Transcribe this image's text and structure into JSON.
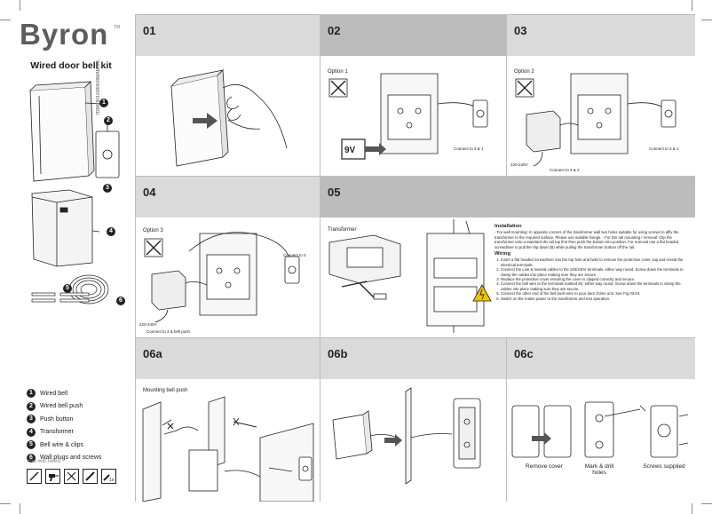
{
  "brand": {
    "name": "Byron",
    "trademark": "TM"
  },
  "sidebar": {
    "title": "Wired door bell kit",
    "code": "7DBK 9010080609MANUAL",
    "legend": [
      {
        "num": "1",
        "label": "Wired bell"
      },
      {
        "num": "2",
        "label": "Wired bell push"
      },
      {
        "num": "3",
        "label": "Push button"
      },
      {
        "num": "4",
        "label": "Transformer"
      },
      {
        "num": "5",
        "label": "Bell wire & clips"
      },
      {
        "num": "6",
        "label": "Wall plugs and screws"
      }
    ],
    "you_will_need": "You will need",
    "tool_badge": "1x"
  },
  "callouts": [
    "1",
    "2",
    "3",
    "4",
    "5",
    "6"
  ],
  "steps": {
    "s01": {
      "num": "01"
    },
    "s02": {
      "num": "02",
      "option": "Option 1",
      "battery": "9V",
      "connect": "Connect to 3 & 1"
    },
    "s03": {
      "num": "03",
      "option": "Option 2",
      "voltage": "220-240V",
      "connect_a": "Connect to 3 & 1",
      "connect_b": "Connect to 3 & 2"
    },
    "s04": {
      "num": "04",
      "option": "Option 3",
      "voltage": "220-240V",
      "connect_a": "Connect to 0",
      "connect_b": "Connect to 3 & bell push"
    },
    "s05": {
      "num": "05",
      "transformer_label": "Transformer",
      "installation_title": "Installation",
      "installation_text": "- For wall mounting: In opposite corners of the transformer wall two holes suitable for using screws to affix the transformer to the required surface. Please use suitable fixings. - For Din rail mounting / removal: Clip the transformer onto a standard din rail top first then push the bottom into position. For removal use a flat headed screwdriver to pull the clip down (B) while pulling the transformer bottom off the rail.",
      "wiring_title": "Wiring",
      "wiring_steps": [
        "Insert a flat headed screwdriver into the top hole and twist to remove the protective cover cap and reveal the electrical terminals.",
        "Connect the Live & Neutral cables to the 220/240V terminals, either way round. Screw down the terminals to clamp the cables into place making sure they are secure.",
        "Replace the protective cover ensuring the cover is clipped correctly and secure.",
        "Connect the bell wire to the terminals marked 8V, either way round. Screw down the terminals to clamp the cables into place making sure they are secure.",
        "Connect the other end of the bell push wire to your door chime unit. See Fig 03-04.",
        "Switch on the mains power to the transformer and test operation."
      ]
    },
    "s06a": {
      "num": "06a",
      "caption": "Mounting bell push"
    },
    "s06b": {
      "num": "06b"
    },
    "s06c": {
      "num": "06c",
      "cap1": "Remove cover",
      "cap2": "Mark & drill holes",
      "cap3": "Screws supplied"
    }
  },
  "colors": {
    "header_light": "#dadada",
    "header_dark": "#bcbcbc",
    "ink": "#1a1a1a",
    "warning_yellow": "#f2c300"
  }
}
